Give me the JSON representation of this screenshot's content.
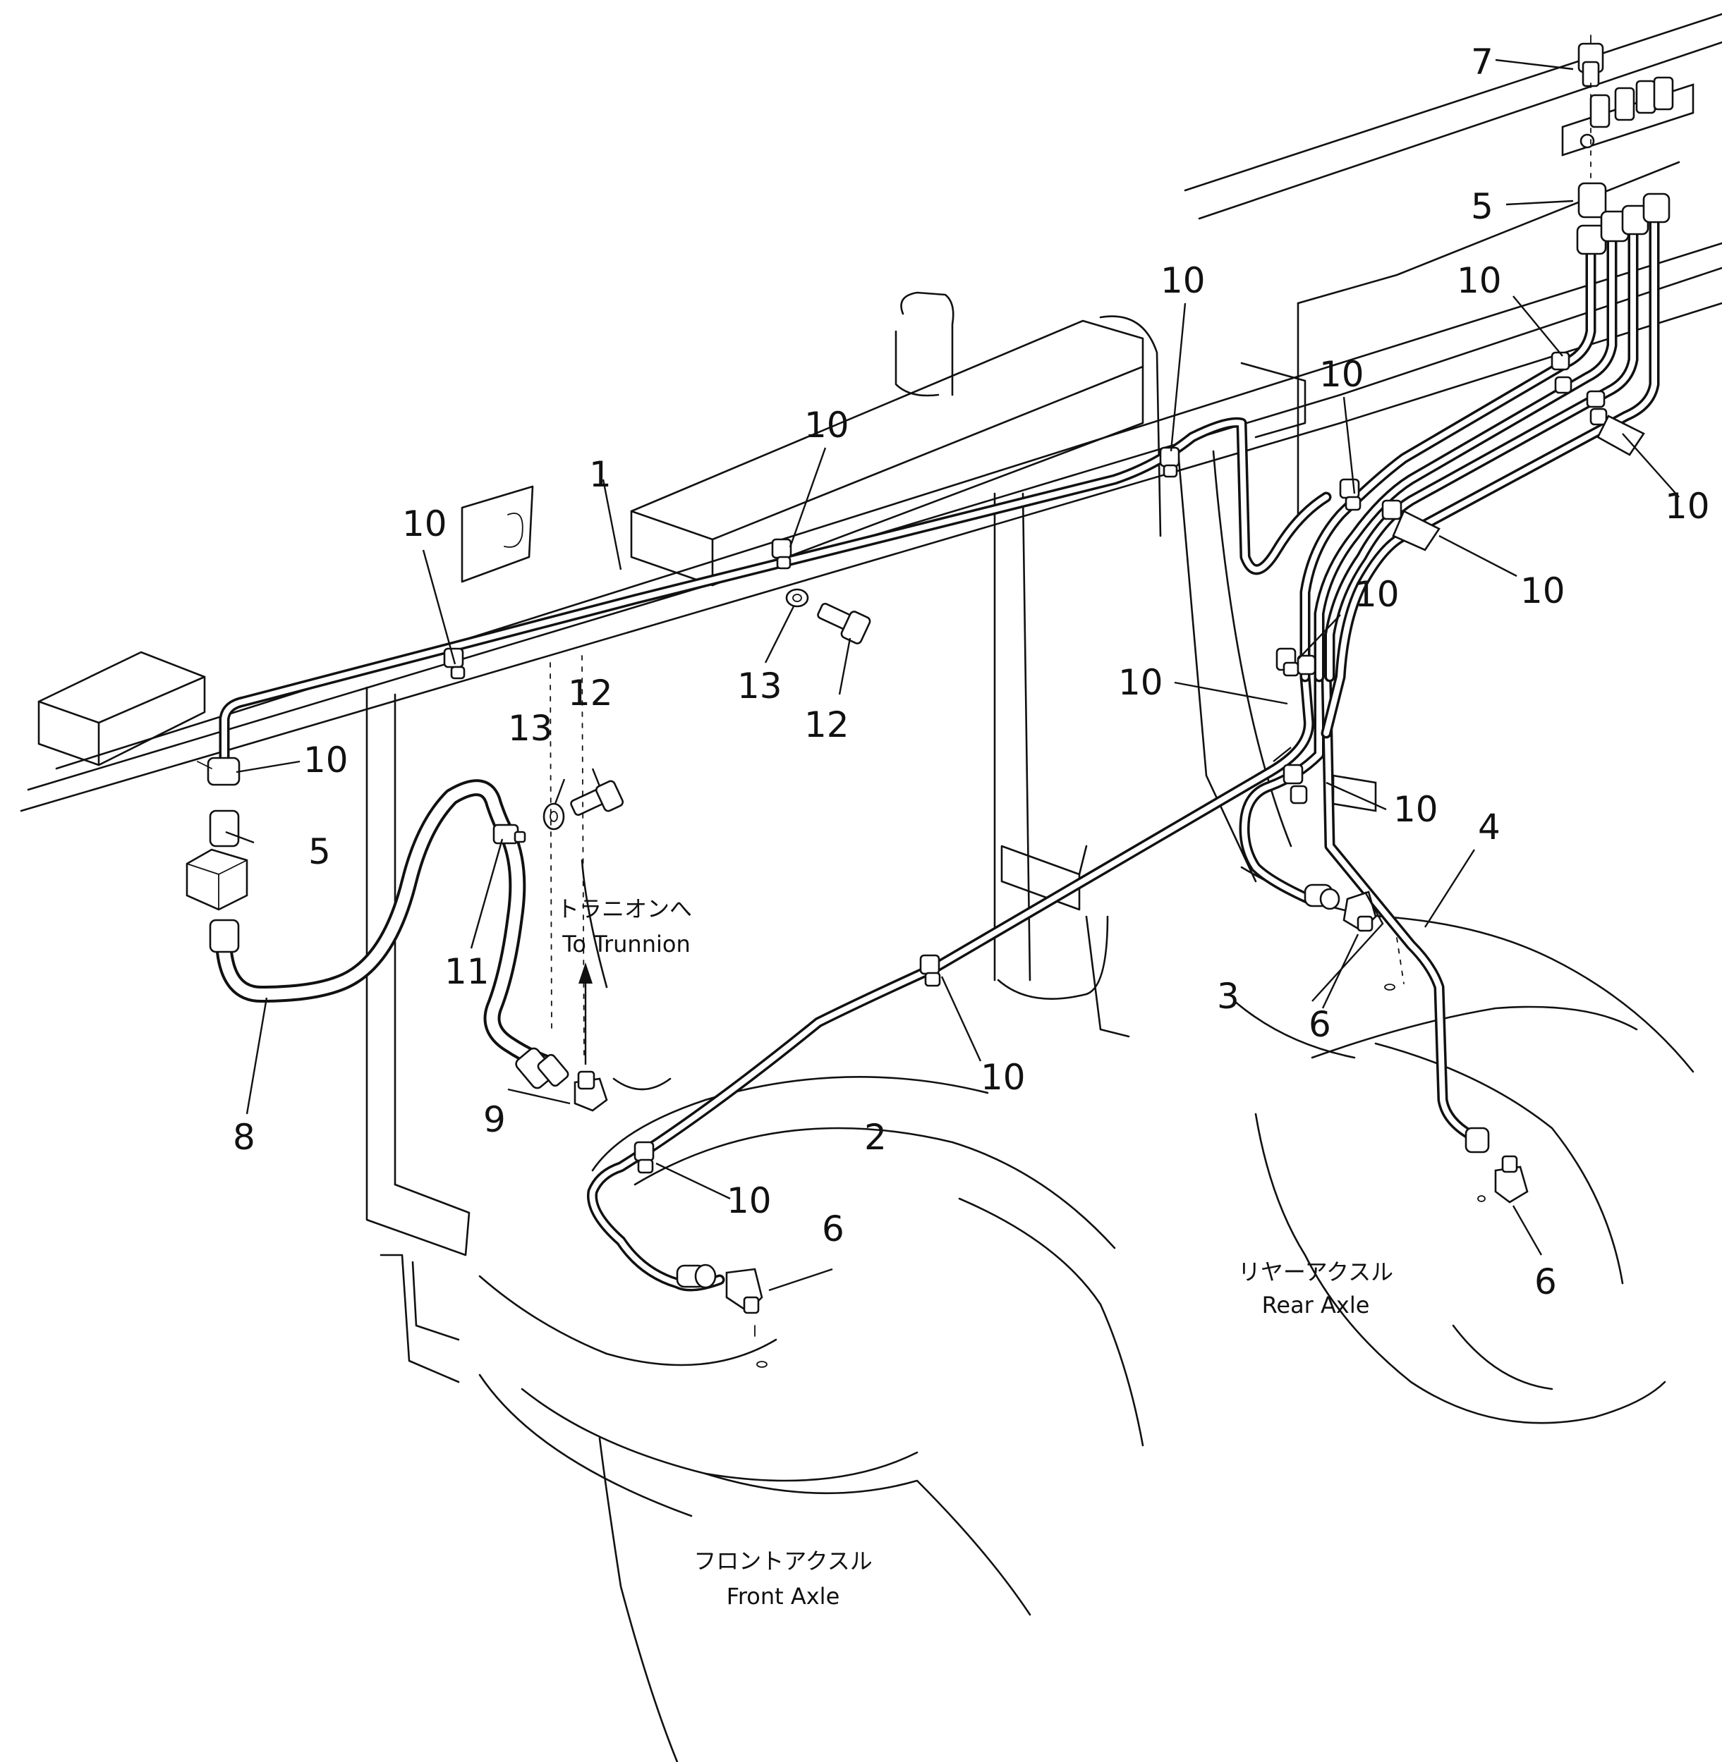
{
  "callouts": [
    {
      "id": "c1",
      "text": "1"
    },
    {
      "id": "c2",
      "text": "2"
    },
    {
      "id": "c3",
      "text": "3"
    },
    {
      "id": "c4",
      "text": "4"
    },
    {
      "id": "c5a",
      "text": "5"
    },
    {
      "id": "c5b",
      "text": "5"
    },
    {
      "id": "c6a",
      "text": "6"
    },
    {
      "id": "c6b",
      "text": "6"
    },
    {
      "id": "c6c",
      "text": "6"
    },
    {
      "id": "c7",
      "text": "7"
    },
    {
      "id": "c8",
      "text": "8"
    },
    {
      "id": "c9",
      "text": "9"
    },
    {
      "id": "c10a",
      "text": "10"
    },
    {
      "id": "c10b",
      "text": "10"
    },
    {
      "id": "c10c",
      "text": "10"
    },
    {
      "id": "c10d",
      "text": "10"
    },
    {
      "id": "c10e",
      "text": "10"
    },
    {
      "id": "c10f",
      "text": "10"
    },
    {
      "id": "c10g",
      "text": "10"
    },
    {
      "id": "c10h",
      "text": "10"
    },
    {
      "id": "c10i",
      "text": "10"
    },
    {
      "id": "c10j",
      "text": "10"
    },
    {
      "id": "c10k",
      "text": "10"
    },
    {
      "id": "c10l",
      "text": "10"
    },
    {
      "id": "c10m",
      "text": "10"
    },
    {
      "id": "c10n",
      "text": "10"
    },
    {
      "id": "c11",
      "text": "11"
    },
    {
      "id": "c12a",
      "text": "12"
    },
    {
      "id": "c12b",
      "text": "12"
    },
    {
      "id": "c13a",
      "text": "13"
    },
    {
      "id": "c13b",
      "text": "13"
    }
  ],
  "annotations": {
    "trunnion_jp": "トラニオンへ",
    "trunnion_en": "To Trunnion",
    "rear_axle_jp": "リヤーアクスル",
    "rear_axle_en": "Rear Axle",
    "front_axle_jp": "フロントアクスル",
    "front_axle_en": "Front Axle"
  }
}
